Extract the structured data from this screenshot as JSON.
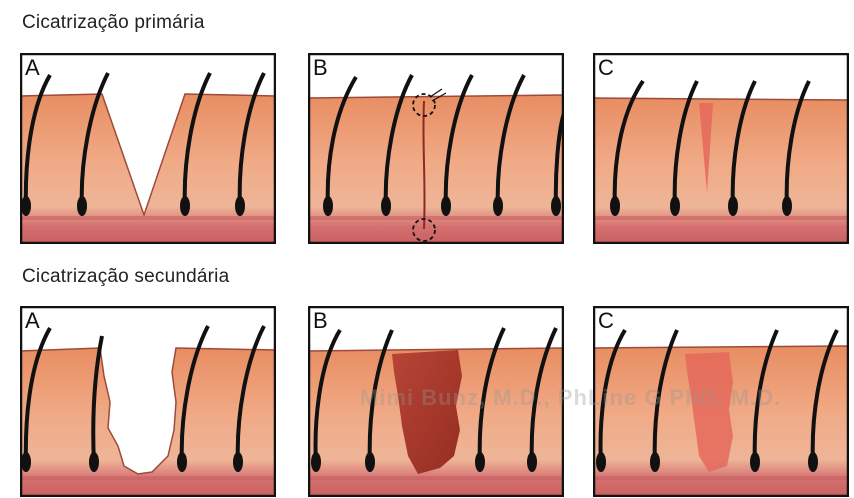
{
  "headings": {
    "primary": "Cicatrização primária",
    "secondary": "Cicatrização secundária"
  },
  "panel_letters": {
    "primary": [
      "A",
      "B",
      "C"
    ],
    "secondary": [
      "A",
      "B",
      "C"
    ]
  },
  "watermark": "Mimi Bunz, M.D., PhLine G PhD, M.D.",
  "colors": {
    "skin_top": "#e8976b",
    "skin_mid": "#f0b08e",
    "skin_bottom": "#d56f6d",
    "hair": "#111111",
    "clot": "#a7382a",
    "scar": "#e5685a",
    "border": "#111111"
  }
}
